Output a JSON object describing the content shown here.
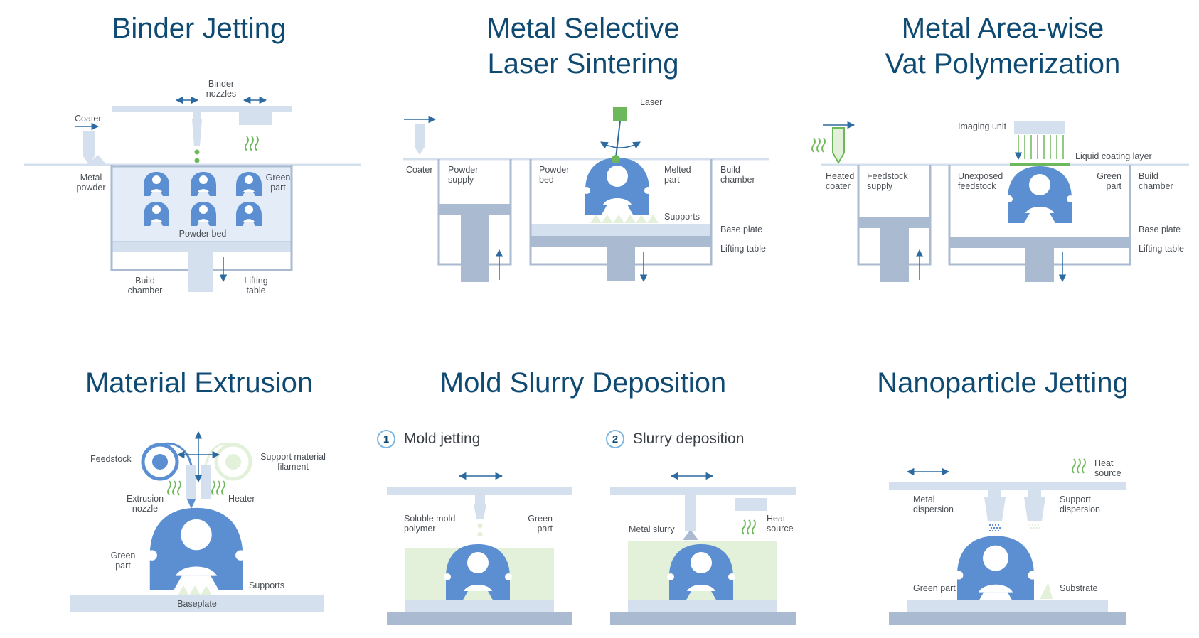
{
  "panels": {
    "binder": {
      "title": [
        "Binder Jetting"
      ],
      "labels": {
        "binder_nozzles": [
          "Binder",
          "nozzles"
        ],
        "coater": [
          "Coater"
        ],
        "metal_powder": [
          "Metal",
          "powder"
        ],
        "green_part": [
          "Green",
          "part"
        ],
        "powder_bed": [
          "Powder bed"
        ],
        "build_chamber": [
          "Build",
          "chamber"
        ],
        "lifting_table": [
          "Lifting",
          "table"
        ]
      }
    },
    "msls": {
      "title": [
        "Metal Selective",
        "Laser Sintering"
      ],
      "labels": {
        "laser": [
          "Laser"
        ],
        "coater": [
          "Coater"
        ],
        "powder_supply": [
          "Powder",
          "supply"
        ],
        "powder_bed": [
          "Powder",
          "bed"
        ],
        "melted_part": [
          "Melted",
          "part"
        ],
        "build_chamber": [
          "Build",
          "chamber"
        ],
        "supports": [
          "Supports"
        ],
        "base_plate": [
          "Base plate"
        ],
        "lifting_table": [
          "Lifting table"
        ]
      }
    },
    "mavp": {
      "title": [
        "Metal Area-wise",
        "Vat Polymerization"
      ],
      "labels": {
        "imaging_unit": [
          "Imaging unit"
        ],
        "liquid_coating": [
          "Liquid coating layer"
        ],
        "heated_coater": [
          "Heated",
          "coater"
        ],
        "feedstock_supply": [
          "Feedstock",
          "supply"
        ],
        "unexposed": [
          "Unexposed",
          "feedstock"
        ],
        "green_part": [
          "Green",
          "part"
        ],
        "build_chamber": [
          "Build",
          "chamber"
        ],
        "base_plate": [
          "Base plate"
        ],
        "lifting_table": [
          "Lifting table"
        ]
      }
    },
    "mex": {
      "title": [
        "Material Extrusion"
      ],
      "labels": {
        "feedstock": [
          "Feedstock"
        ],
        "support_filament": [
          "Support material",
          "filament"
        ],
        "extrusion_nozzle": [
          "Extrusion",
          "nozzle"
        ],
        "heater": [
          "Heater"
        ],
        "green_part": [
          "Green",
          "part"
        ],
        "supports": [
          "Supports"
        ],
        "baseplate": [
          "Baseplate"
        ]
      }
    },
    "msd": {
      "title": [
        "Mold Slurry Deposition"
      ],
      "step1": {
        "num": "1",
        "label": "Mold jetting"
      },
      "step2": {
        "num": "2",
        "label": "Slurry deposition"
      },
      "labels": {
        "soluble_mold": [
          "Soluble mold",
          "polymer"
        ],
        "green_part": [
          "Green",
          "part"
        ],
        "metal_slurry": [
          "Metal slurry"
        ],
        "heat_source": [
          "Heat",
          "source"
        ]
      }
    },
    "npj": {
      "title": [
        "Nanoparticle Jetting"
      ],
      "labels": {
        "heat_source": [
          "Heat",
          "source"
        ],
        "metal_dispersion": [
          "Metal",
          "dispersion"
        ],
        "support_dispersion": [
          "Support",
          "dispersion"
        ],
        "green_part": [
          "Green part"
        ],
        "substrate": [
          "Substrate"
        ]
      }
    }
  },
  "colors": {
    "title": "#0f4a73",
    "part": "#5b8fd1",
    "green": "#6db85a",
    "light": "#d5e0ee",
    "frame": "#a9bad1",
    "bed": "#e4ecf7",
    "mold": "#e3f1da",
    "arrow": "#2c6aa0"
  }
}
